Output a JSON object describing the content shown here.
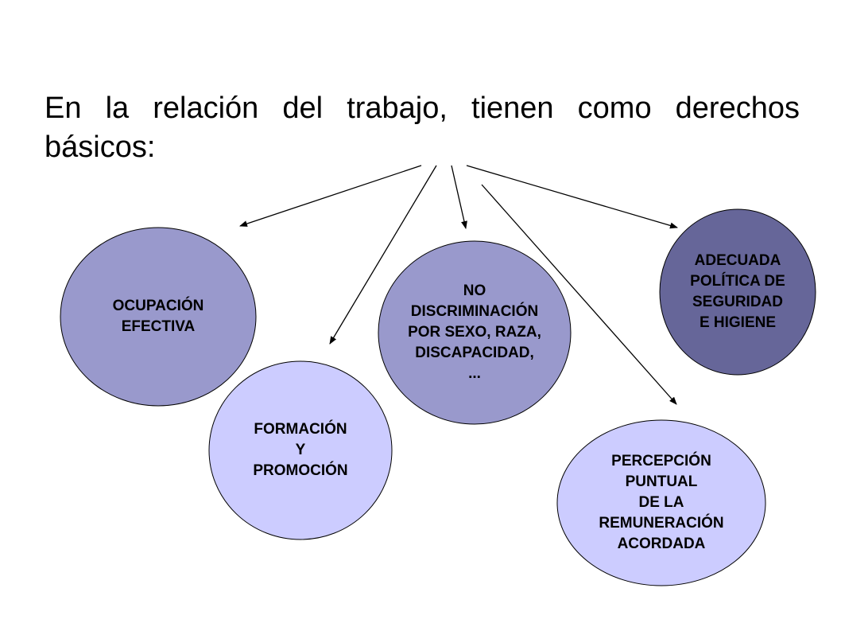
{
  "heading": "En la relación del trabajo, tienen como derechos básicos:",
  "colors": {
    "ellipse_medium": "#9999cc",
    "ellipse_light": "#ccccff",
    "ellipse_dark": "#666699",
    "outline": "#000000",
    "arrow": "#000000"
  },
  "nodes": [
    {
      "id": "ocupacion",
      "lines": [
        "OCUPACIÓN",
        "EFECTIVA"
      ],
      "fill": "#9999cc"
    },
    {
      "id": "formacion",
      "lines": [
        "FORMACIÓN",
        "Y",
        "PROMOCIÓN"
      ],
      "fill": "#ccccff"
    },
    {
      "id": "no-discriminacion",
      "lines": [
        "NO",
        "DISCRIMINACIÓN",
        "POR SEXO, RAZA,",
        "DISCAPACIDAD,",
        "..."
      ],
      "fill": "#9999cc"
    },
    {
      "id": "percepcion",
      "lines": [
        "PERCEPCIÓN",
        "PUNTUAL",
        "DE LA",
        "REMUNERACIÓN",
        "ACORDADA"
      ],
      "fill": "#ccccff"
    },
    {
      "id": "adecuada",
      "lines": [
        "ADECUADA",
        "POLÍTICA DE",
        "SEGURIDAD",
        "E HIGIENE"
      ],
      "fill": "#666699"
    }
  ]
}
